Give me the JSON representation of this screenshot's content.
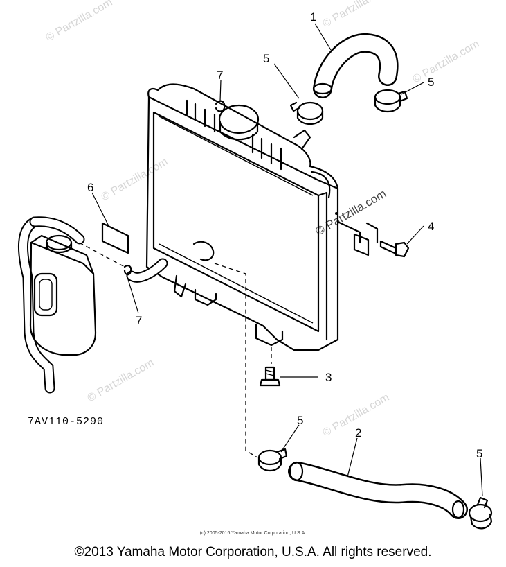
{
  "watermark": "© Partzilla.com",
  "callouts": {
    "hose_upper": "1",
    "hose_lower": "2",
    "bolt_bottom": "3",
    "bolt_side": "4",
    "clamp_upper_left": "5",
    "clamp_upper_right": "5",
    "clamp_lower_left": "5",
    "clamp_lower_right": "5",
    "label_plate": "6",
    "clip_top": "7",
    "clip_left": "7"
  },
  "part_code": "7AV110-5290",
  "small_copyright": "(c) 2005-2016 Yamaha Motor Corporation, U.S.A.",
  "main_copyright": "©2013 Yamaha Motor Corporation, U.S.A. All rights reserved."
}
